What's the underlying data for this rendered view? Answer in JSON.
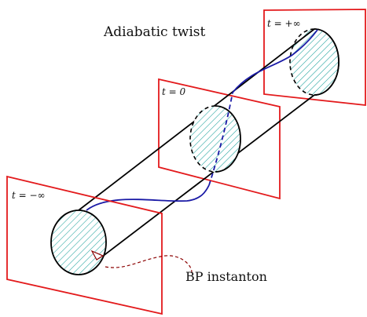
{
  "title": "Adiabatic twist",
  "time_labels": {
    "minus_infinity": "t = −∞",
    "zero": "t = 0",
    "plus_infinity": "t = +∞"
  },
  "annotation": "BP instanton",
  "colors": {
    "plane_edge": "#e31a1c",
    "tube_outline": "#000000",
    "twist_curve": "#1a1aa6",
    "hatch": "#20a39e",
    "annotation_line": "#8b0000"
  }
}
